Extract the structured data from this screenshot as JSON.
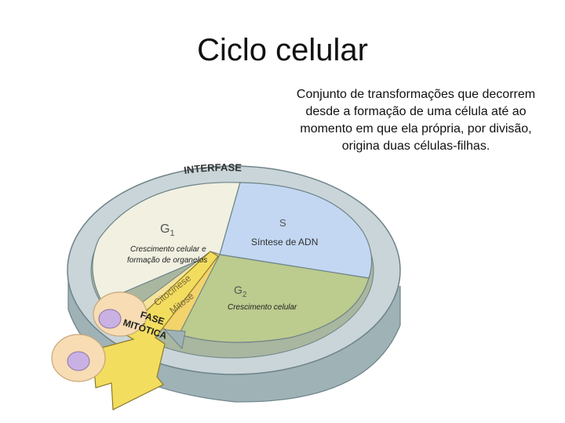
{
  "title": "Ciclo celular",
  "description": "Conjunto de transformações que decorrem desde a formação de uma célula até ao momento em que ela própria, por divisão, origina duas células-filhas.",
  "diagram": {
    "interfase_label": "INTERFASE",
    "g1_letter": "G",
    "g1_sub": "1",
    "g1_desc_line1": "Crescimento celular e",
    "g1_desc_line2": "formação de organelos",
    "s_label": "S",
    "s_desc": "Síntese de ADN",
    "g2_letter": "G",
    "g2_sub": "2",
    "g2_desc": "Crescimento celular",
    "citocinese_label": "Citocinese",
    "mitose_label": "Mitose",
    "fase_label": "FASE",
    "mitotica_label": "MITÓTICA"
  },
  "colors": {
    "g1": "#f1f0e1",
    "s": "#c3d7f2",
    "g2": "#bccb8e",
    "citocinese": "#f5e39a",
    "mitose": "#f3d36b",
    "ring": "#c9d5d8",
    "ring_side": "#9fb2b6",
    "arrow_yellow": "#f3dd5f",
    "cell": "#f7dcb4",
    "nucleus": "#c9b2e3"
  }
}
